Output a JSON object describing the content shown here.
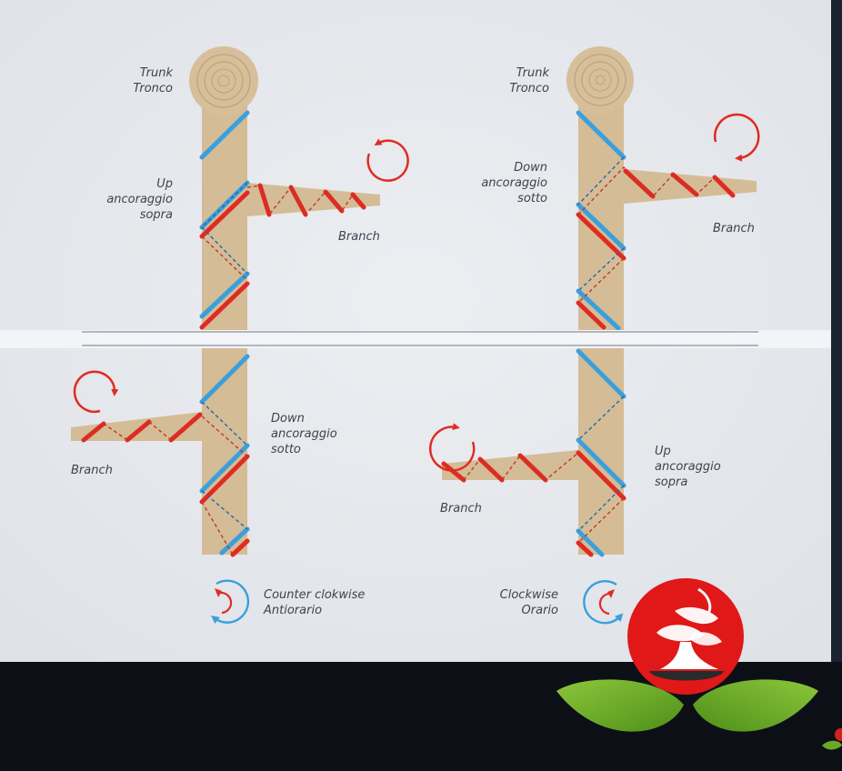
{
  "diagram": {
    "top_left": {
      "trunk_label": "Trunk",
      "trunk_label_it": "Tronco",
      "anchor_label": "Up",
      "anchor_label_it_1": "ancoraggio",
      "anchor_label_it_2": "sopra",
      "branch_label": "Branch"
    },
    "top_right": {
      "trunk_label": "Trunk",
      "trunk_label_it": "Tronco",
      "anchor_label": "Down",
      "anchor_label_it_1": "ancoraggio",
      "anchor_label_it_2": "sotto",
      "branch_label": "Branch"
    },
    "bottom_left": {
      "anchor_label": "Down",
      "anchor_label_it_1": "ancoraggio",
      "anchor_label_it_2": "sotto",
      "branch_label": "Branch"
    },
    "bottom_right": {
      "anchor_label": "Up",
      "anchor_label_it_1": "ancoraggio",
      "anchor_label_it_2": "sopra",
      "branch_label": "Branch"
    },
    "direction_left": {
      "label": "Counter clokwise",
      "label_it": "Antiorario"
    },
    "direction_right": {
      "label": "Clockwise",
      "label_it": "Orario"
    }
  },
  "colors": {
    "wood": "#d4bc96",
    "wire_red": "#e02b22",
    "wire_blue": "#3aa0dc",
    "panel": "#e8eaee",
    "logo_red": "#e01818",
    "leaf_green": "#7ab82a"
  },
  "logo": {
    "icon": "bonsai-logo"
  }
}
